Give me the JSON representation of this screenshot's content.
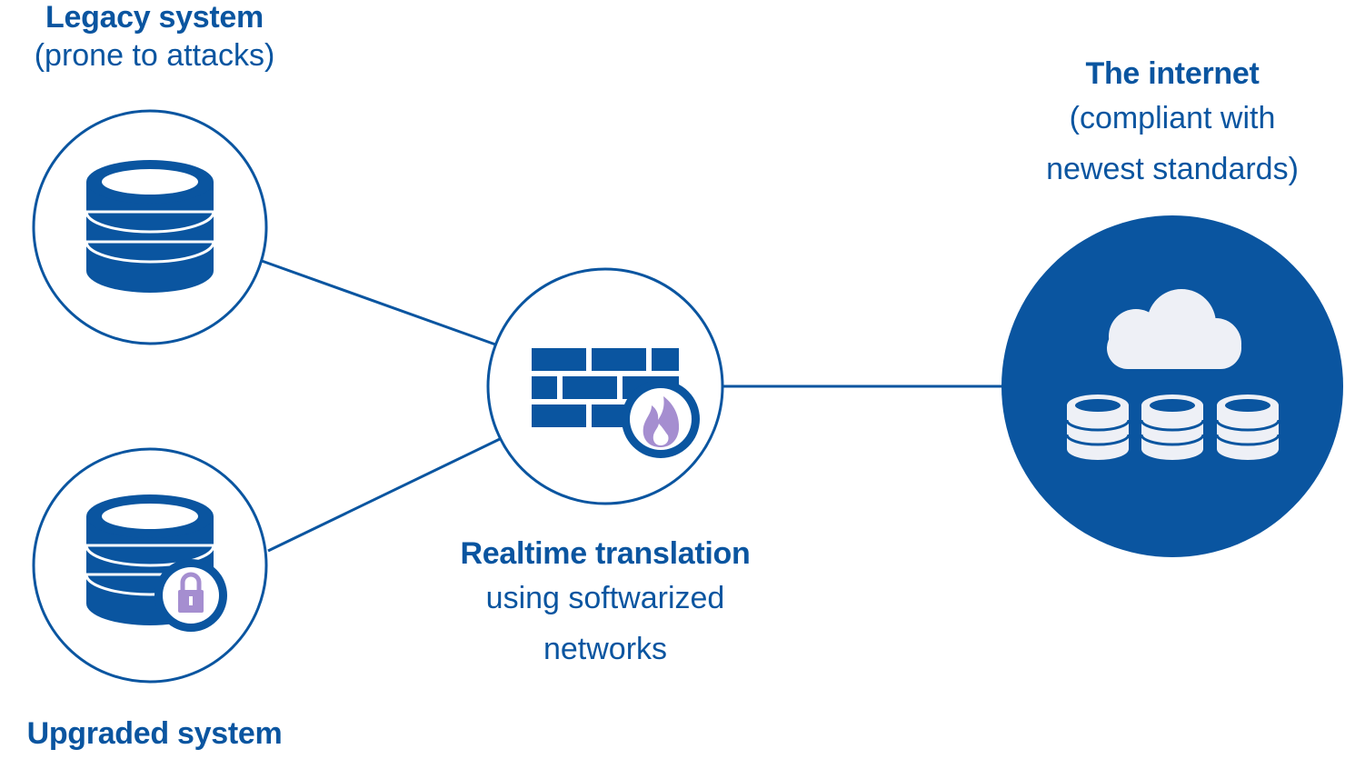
{
  "colors": {
    "primary": "#0a55a0",
    "accent_purple": "#a58ed0",
    "cloud_fill": "#eef0f6",
    "background": "#ffffff"
  },
  "nodes": {
    "legacy": {
      "title": "Legacy system",
      "subtitle": "(prone to attacks)",
      "icon": "database-icon"
    },
    "upgraded": {
      "title": "Upgraded system",
      "icon": "database-lock-icon"
    },
    "translation": {
      "title": "Realtime translation",
      "subtitle_line1": "using softwarized",
      "subtitle_line2": "networks",
      "icon": "firewall-icon"
    },
    "internet": {
      "title": "The internet",
      "subtitle_line1": "(compliant with",
      "subtitle_line2": "newest standards)",
      "icon": "cloud-servers-icon"
    }
  },
  "edges": [
    {
      "from": "Legacy system",
      "to": "Realtime translation"
    },
    {
      "from": "Upgraded system",
      "to": "Realtime translation"
    },
    {
      "from": "Realtime translation",
      "to": "The internet"
    }
  ]
}
